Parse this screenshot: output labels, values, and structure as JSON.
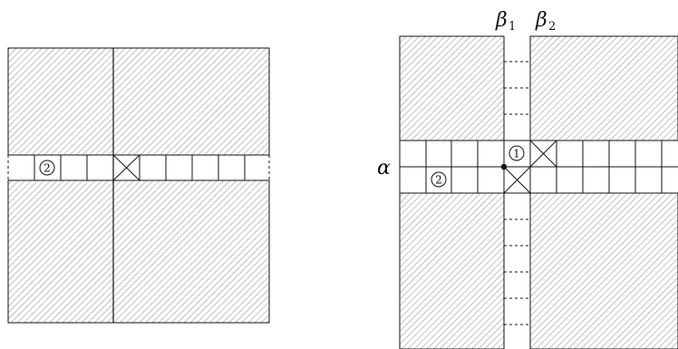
{
  "labels": {
    "alpha": "α",
    "beta1": "β",
    "beta1_sub": "1",
    "beta2": "β",
    "beta2_sub": "2"
  },
  "markers": {
    "left_circle": "2",
    "right_circle_top": "1",
    "right_circle_bottom": "2"
  }
}
